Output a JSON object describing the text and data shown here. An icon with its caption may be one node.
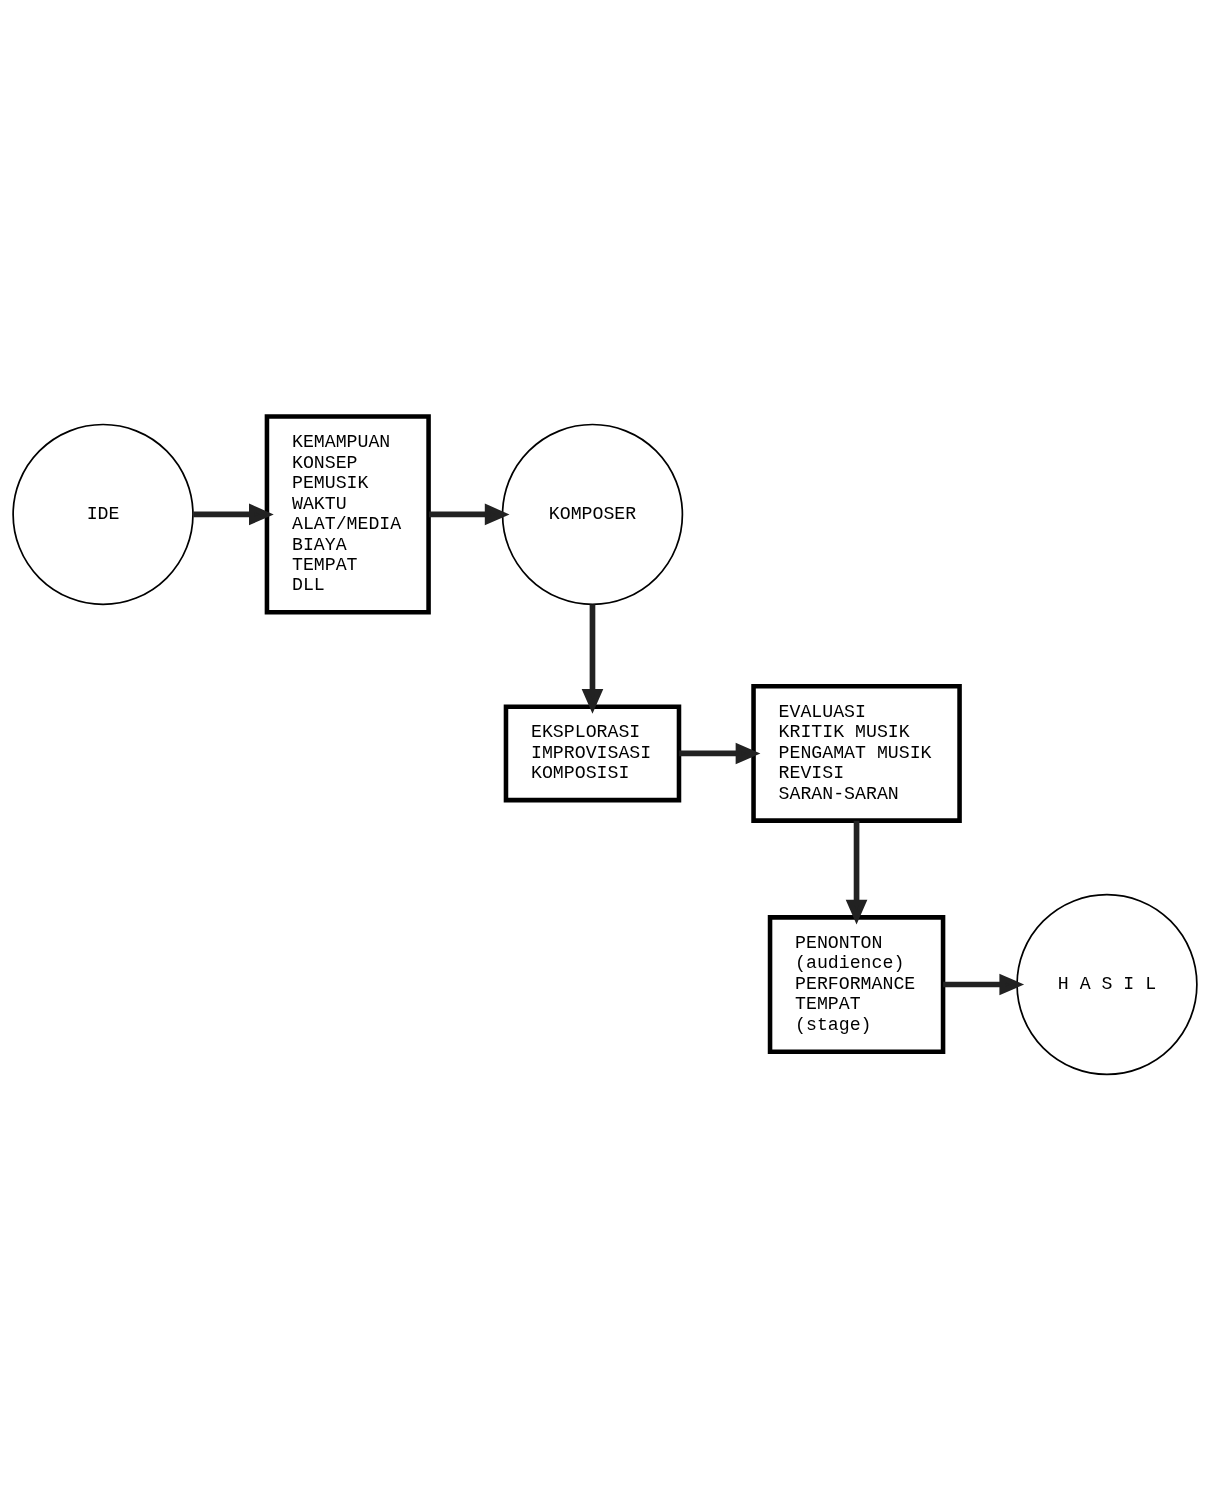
{
  "diagram": {
    "nodes": [
      {
        "text": [
          "KOMPOSER"
        ]
      },
      {
        "text": [
          "KEMAMPUAN",
          "KONSEP",
          "PEMUSIK",
          "WAKTU",
          "ALAT/MEDIA",
          "BIAYA",
          "TEMPAT",
          "DLL"
        ]
      },
      {
        "text": [
          "IDE"
        ]
      },
      {
        "text": [
          "EKSPLORASI",
          "IMPROVISASI",
          "KOMPOSISI"
        ]
      },
      {
        "text": [
          "EVALUASI",
          "KRITIK MUSIK",
          "PENGAMAT MUSIK",
          "REVISI",
          "SARAN-SARAN"
        ]
      },
      {
        "text": [
          "PENONTON",
          "(audience)",
          "PERFORMANCE",
          "TEMPAT",
          "(stage)"
        ]
      },
      {
        "text": [
          "H A S I L"
        ]
      }
    ],
    "edges": [
      {
        "from": 2,
        "to": 1,
        "arrow": "to"
      },
      {
        "from": 1,
        "to": 0,
        "arrow": "to"
      },
      {
        "from": 0,
        "to": 3,
        "arrow": "to"
      },
      {
        "from": 3,
        "to": 4,
        "arrow": "to"
      },
      {
        "from": 4,
        "to": 5,
        "arrow": "to"
      },
      {
        "from": 5,
        "to": 6,
        "arrow": "to"
      }
    ]
  }
}
